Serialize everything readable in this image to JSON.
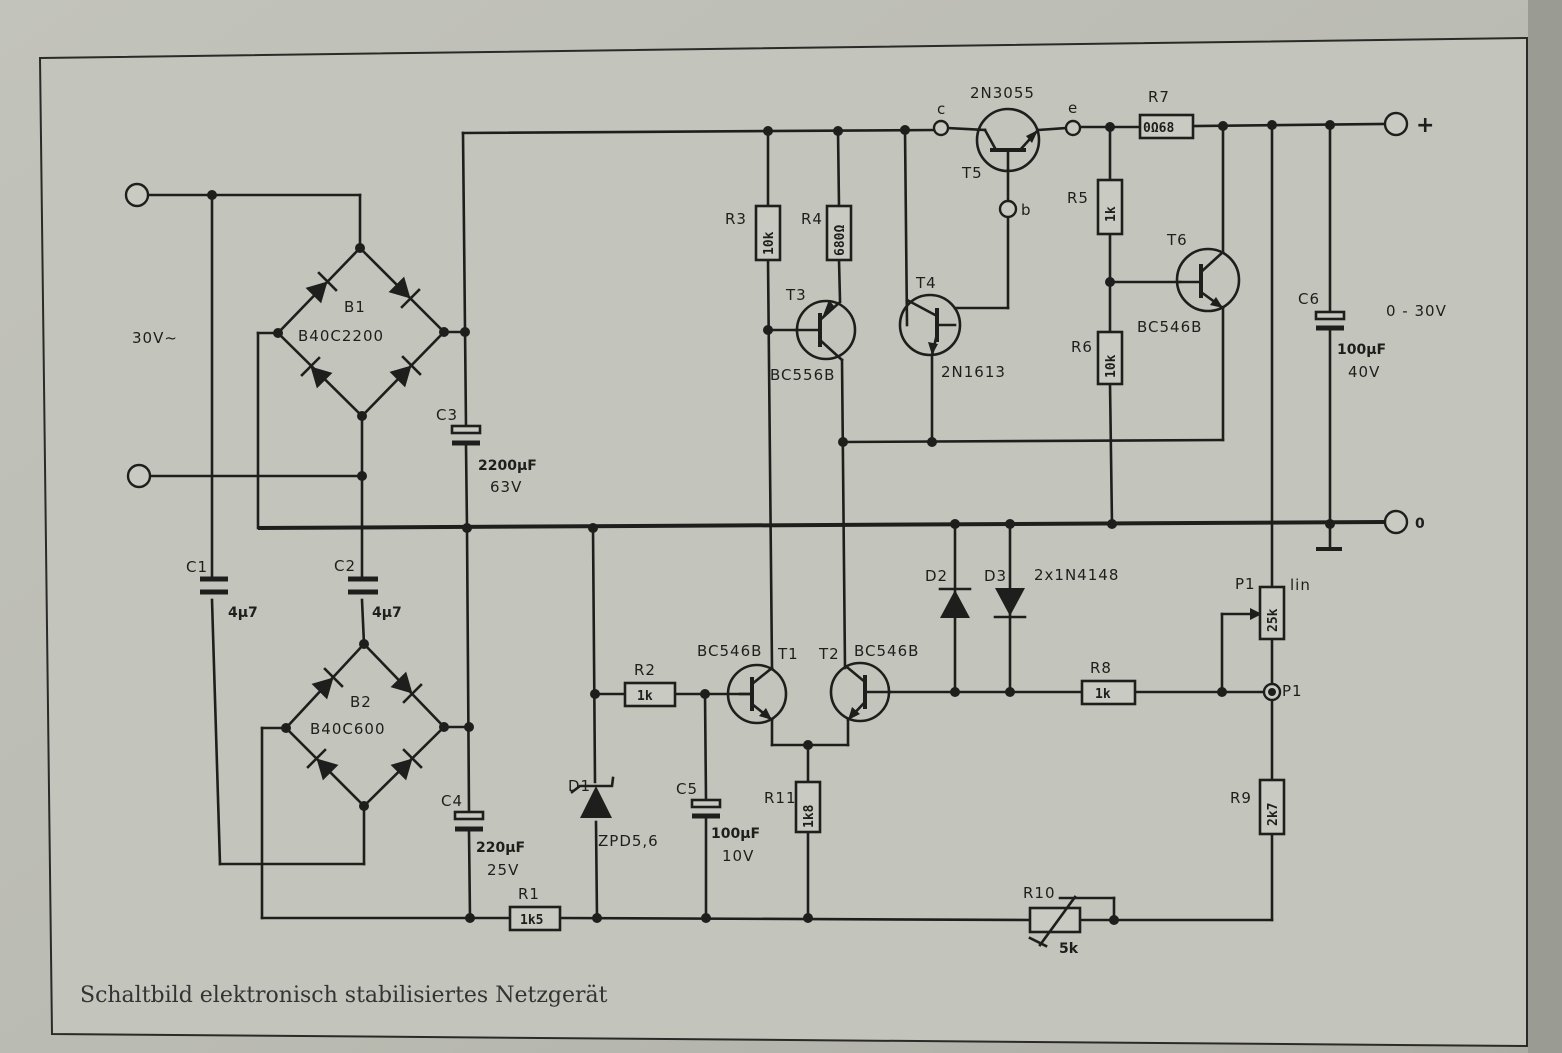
{
  "caption": "Schaltbild elektronisch stabilisiertes Netzgerät",
  "terminals": {
    "ac_input": "30V~",
    "plus": "+",
    "zero": "0",
    "output_range": "0 - 30V"
  },
  "bridges": {
    "b1_name": "B1",
    "b1_type": "B40C2200",
    "b2_name": "B2",
    "b2_type": "B40C600"
  },
  "capacitors": {
    "c1_name": "C1",
    "c1_value": "4µ7",
    "c2_name": "C2",
    "c2_value": "4µ7",
    "c3_name": "C3",
    "c3_value": "2200µF",
    "c3_voltage": "63V",
    "c4_name": "C4",
    "c4_value": "220µF",
    "c4_voltage": "25V",
    "c5_name": "C5",
    "c5_value": "100µF",
    "c5_voltage": "10V",
    "c6_name": "C6",
    "c6_value": "100µF",
    "c6_voltage": "40V"
  },
  "resistors": {
    "r1_name": "R1",
    "r1_value": "1k5",
    "r2_name": "R2",
    "r2_value": "1k",
    "r3_name": "R3",
    "r3_value": "10k",
    "r4_name": "R4",
    "r4_value": "680Ω",
    "r5_name": "R5",
    "r5_value": "1k",
    "r6_name": "R6",
    "r6_value": "10k",
    "r7_name": "R7",
    "r7_value": "0Ω68",
    "r8_name": "R8",
    "r8_value": "1k",
    "r9_name": "R9",
    "r9_value": "2k7",
    "r10_name": "R10",
    "r10_value": "5k",
    "r11_name": "R11",
    "r11_value": "1k8",
    "p1_name": "P1",
    "p1_value": "25k",
    "p1_taper": "lin",
    "p1_node": "P1"
  },
  "transistors": {
    "t1_name": "T1",
    "t1_type": "BC546B",
    "t2_name": "T2",
    "t2_type": "BC546B",
    "t3_name": "T3",
    "t3_type": "BC556B",
    "t4_name": "T4",
    "t4_type": "2N1613",
    "t5_name": "T5",
    "t5_type": "2N3055",
    "t5_c": "c",
    "t5_e": "e",
    "t5_b": "b",
    "t6_name": "T6",
    "t6_type": "BC546B"
  },
  "diodes": {
    "d1_name": "D1",
    "d1_type": "ZPD5,6",
    "d2_name": "D2",
    "d3_name": "D3",
    "d23_type": "2x1N4148"
  }
}
